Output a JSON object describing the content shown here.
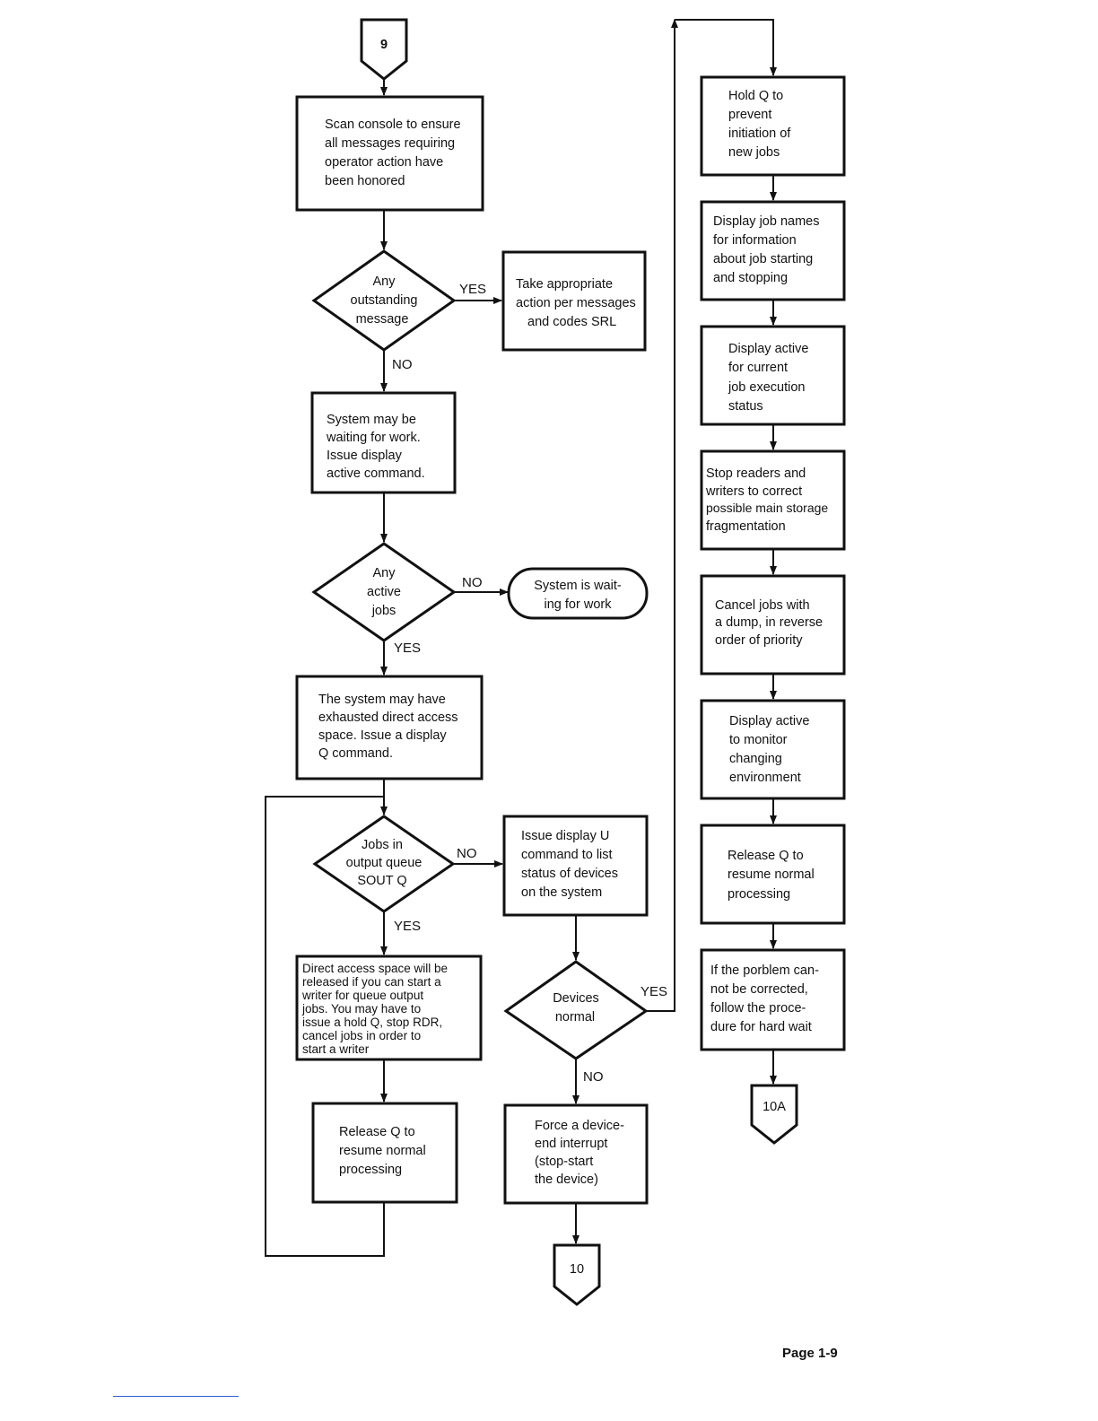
{
  "connectors": {
    "start": "9",
    "end_left": "10",
    "end_right": "10A"
  },
  "steps": {
    "scan_console": [
      "Scan console to ensure",
      "all messages requiring",
      "operator action have",
      "been honored"
    ],
    "take_action": [
      "Take appropriate",
      "action per messages",
      "and codes SRL"
    ],
    "system_waiting": [
      "System may be",
      "waiting for work.",
      "Issue display",
      "active command."
    ],
    "system_waiting_terminal": [
      "System is wait-",
      "ing for work"
    ],
    "exhausted_space": [
      "The system may have",
      "exhausted direct access",
      "space. Issue a display",
      "Q command."
    ],
    "direct_access": [
      "Direct access space will be",
      "released if you can start a",
      "writer for queue output",
      "jobs. You may have to",
      "issue a hold Q, stop RDR,",
      "cancel jobs in order to",
      "start a writer"
    ],
    "release_q_left": [
      "Release Q to",
      "resume normal",
      "processing"
    ],
    "display_u": [
      "Issue display U",
      "command to list",
      "status of devices",
      "on the system"
    ],
    "force_interrupt": [
      "Force a device-",
      "end interrupt",
      "(stop-start",
      "the device)"
    ],
    "hold_q": [
      "Hold Q to",
      "prevent",
      "initiation of",
      "new jobs"
    ],
    "display_job_names": [
      "Display job names",
      "for information",
      "about job starting",
      "and stopping"
    ],
    "display_active_status": [
      "Display active",
      "for current",
      "job execution",
      "status"
    ],
    "stop_readers": [
      "Stop readers and",
      "writers to correct",
      "possible main storage",
      "fragmentation"
    ],
    "cancel_jobs": [
      "Cancel jobs with",
      "a dump, in reverse",
      "order of priority"
    ],
    "display_active_monitor": [
      "Display active",
      "to monitor",
      "changing",
      "environment"
    ],
    "release_q_right": [
      "Release Q to",
      "resume normal",
      "processing"
    ],
    "hard_wait": [
      "If the porblem can-",
      "not be corrected,",
      "follow the proce-",
      "dure for hard wait"
    ]
  },
  "decisions": {
    "outstanding_message": [
      "Any",
      "outstanding",
      "message"
    ],
    "active_jobs": [
      "Any",
      "active",
      "jobs"
    ],
    "output_queue": [
      "Jobs in",
      "output queue",
      "SOUT Q"
    ],
    "devices_normal": [
      "Devices",
      "normal"
    ]
  },
  "edge_labels": {
    "outstanding_yes": "YES",
    "outstanding_no": "NO",
    "active_no": "NO",
    "active_yes": "YES",
    "queue_no": "NO",
    "queue_yes": "YES",
    "devices_yes": "YES",
    "devices_no": "NO"
  },
  "page_number": "Page 1-9"
}
